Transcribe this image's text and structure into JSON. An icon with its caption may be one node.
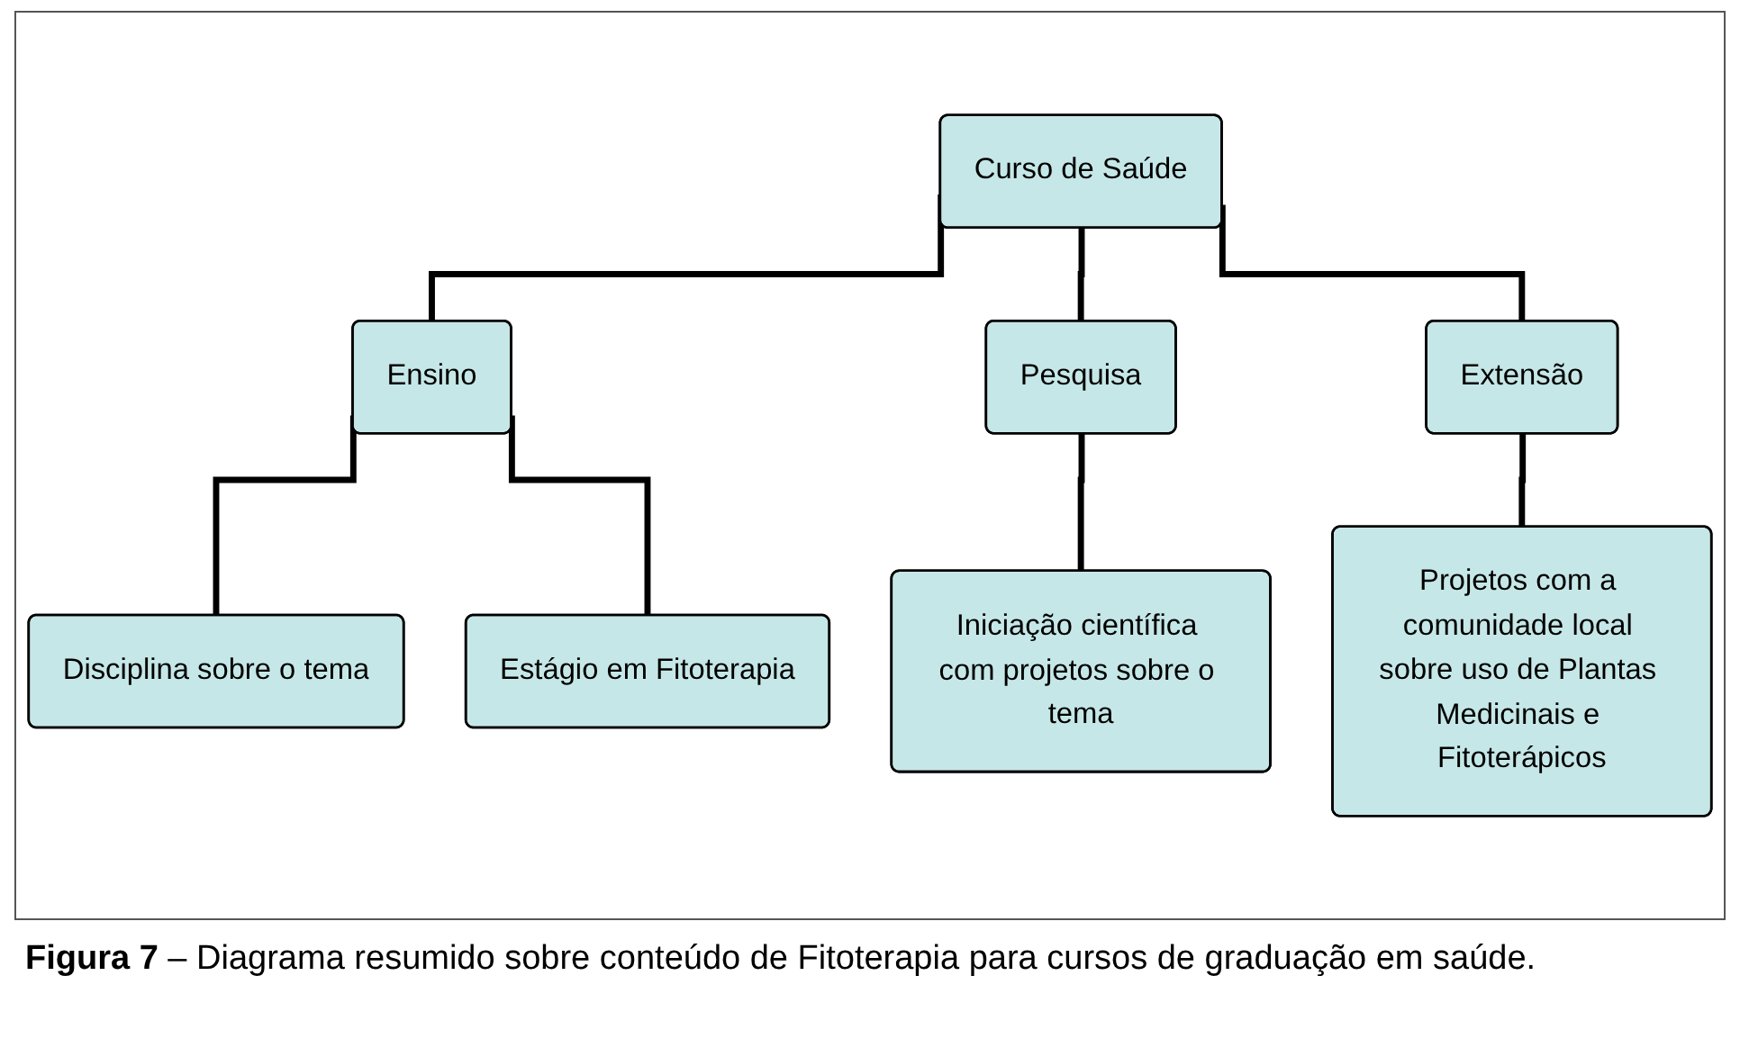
{
  "diagram": {
    "caption": "**Figura 7** – Diagrama resumido sobre conteúdo de Fitoterapia para cursos de graduação em saúde.",
    "nodes": [
      {
        "text": [
          "Curso de Saúde"
        ]
      },
      {
        "text": [
          "Ensino"
        ]
      },
      {
        "text": [
          "Pesquisa"
        ]
      },
      {
        "text": [
          "Extensão"
        ]
      },
      {
        "text": [
          "Disciplina sobre o tema"
        ]
      },
      {
        "text": [
          "Estágio em Fitoterapia"
        ]
      },
      {
        "text": [
          "Iniciação científica com projetos sobre o tema"
        ]
      },
      {
        "text": [
          "Projetos com a comunidade local sobre uso de Plantas Medicinais e Fitoterápicos"
        ]
      }
    ],
    "edges": [
      {
        "from": 0,
        "to": 1,
        "arrow": "none"
      },
      {
        "from": 0,
        "to": 2,
        "arrow": "none"
      },
      {
        "from": 0,
        "to": 3,
        "arrow": "none"
      },
      {
        "from": 1,
        "to": 4,
        "arrow": "none"
      },
      {
        "from": 1,
        "to": 5,
        "arrow": "none"
      },
      {
        "from": 2,
        "to": 6,
        "arrow": "none"
      },
      {
        "from": 3,
        "to": 7,
        "arrow": "none"
      }
    ]
  }
}
